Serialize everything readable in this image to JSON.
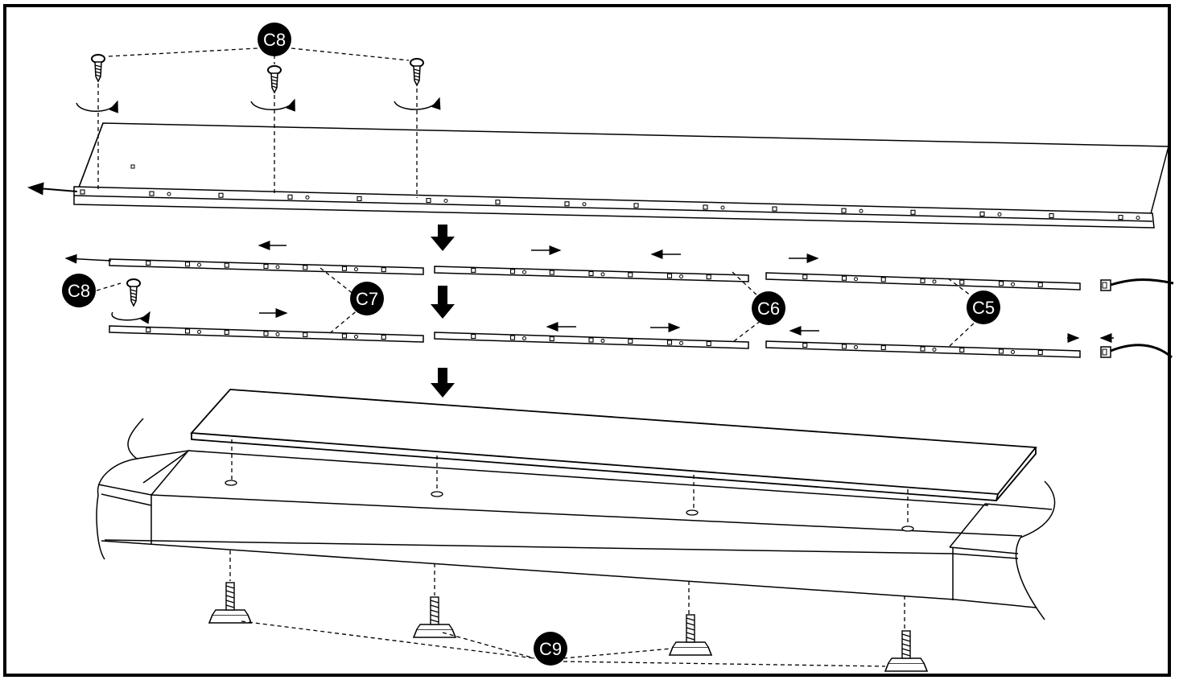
{
  "callouts": [
    {
      "id": "c8-top",
      "label": "C8"
    },
    {
      "id": "c8-left",
      "label": "C8"
    },
    {
      "id": "c7",
      "label": "C7"
    },
    {
      "id": "c6",
      "label": "C6"
    },
    {
      "id": "c5",
      "label": "C5"
    },
    {
      "id": "c9",
      "label": "C9"
    }
  ],
  "colors": {
    "ink": "#000000",
    "paper": "#ffffff"
  }
}
